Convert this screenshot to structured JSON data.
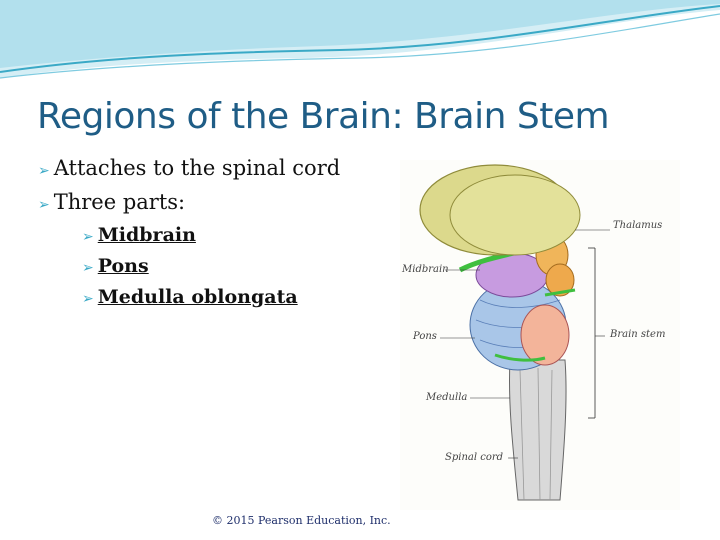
{
  "slide": {
    "title": "Regions of the Brain: Brain Stem",
    "bullets": [
      "Attaches to the spinal cord",
      "Three parts:"
    ],
    "subbullets": [
      "Midbrain",
      "Pons",
      "Medulla oblongata"
    ],
    "copyright": "© 2015 Pearson Education, Inc."
  },
  "figure": {
    "labels": {
      "thalamus": "Thalamus",
      "midbrain": "Midbrain",
      "pons": "Pons",
      "brain_stem": "Brain stem",
      "medulla": "Medulla",
      "spinal_cord": "Spinal cord"
    }
  },
  "colors": {
    "title": "#1f5d86",
    "bullet_marker": "#3aa9c6",
    "wave_light": "#bfe6f0",
    "wave_dark": "#3aa9c6"
  }
}
